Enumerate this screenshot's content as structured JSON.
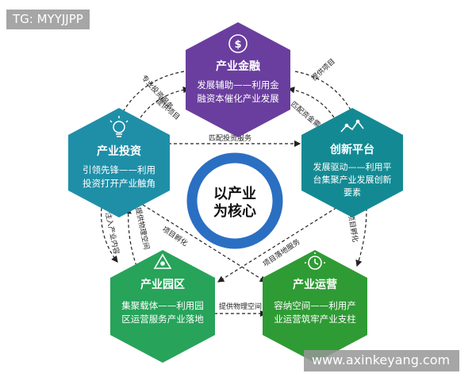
{
  "watermarks": {
    "top": "TG: MYYJJPP",
    "bottom": "www.axinkeyang.com"
  },
  "center": {
    "line1": "以产业",
    "line2": "为核心"
  },
  "nodes": {
    "finance": {
      "title": "产业金融",
      "desc1": "发展辅助——利用金",
      "desc2": "融资本催化产业发展",
      "icon": "dollar-cycle-icon",
      "color": "#6a3e9e"
    },
    "platform": {
      "title": "创新平台",
      "desc1": "发展驱动——利用平",
      "desc2": "台集聚产业发展创新",
      "desc3": "要素",
      "icon": "trend-line-icon",
      "color": "#138a93"
    },
    "investment": {
      "title": "产业投资",
      "desc1": "引领先锋——利用",
      "desc2": "投资打开产业触角",
      "icon": "lightbulb-icon",
      "color": "#1f8fa8"
    },
    "park": {
      "title": "产业园区",
      "desc1": "集聚载体——利用园",
      "desc2": "区运营服务产业落地",
      "icon": "recycle-icon",
      "color": "#27a35a"
    },
    "operation": {
      "title": "产业运营",
      "desc1": "容纳空间——利用产",
      "desc2": "业运营筑牢产业支柱",
      "icon": "gear-clock-icon",
      "color": "#2f9b34"
    }
  },
  "links": {
    "fin_inv_a": "专业投资服务",
    "fin_inv_b": "提供项目",
    "fin_plat_a": "提供项目",
    "fin_plat_b": "匹配资金需求",
    "inv_plat": "匹配投资服务",
    "inv_park_a": "注入产业内容",
    "inv_park_b": "提供物理空间",
    "inv_ops": "项目孵化",
    "plat_park": "项目落地服务",
    "plat_ops": "项目孵化",
    "park_ops": "提供物理空间"
  }
}
